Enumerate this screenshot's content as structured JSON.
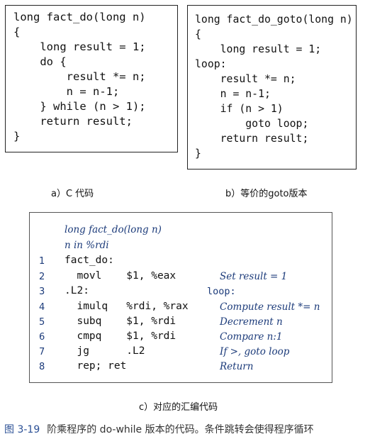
{
  "panel_a": {
    "lines": [
      "long fact_do(long n)",
      "{",
      "    long result = 1;",
      "    do {",
      "        result *= n;",
      "        n = n-1;",
      "    } while (n > 1);",
      "    return result;",
      "}"
    ],
    "caption": "a）C 代码"
  },
  "panel_b": {
    "lines": [
      "long fact_do_goto(long n)",
      "{",
      "    long result = 1;",
      "loop:",
      "    result *= n;",
      "    n = n-1;",
      "    if (n > 1)",
      "        goto loop;",
      "    return result;",
      "}"
    ],
    "caption": "b）等价的goto版本"
  },
  "panel_c": {
    "header1": "long fact_do(long n)",
    "header2": "n in %rdi",
    "rows": [
      {
        "num": "1",
        "code": "fact_do:",
        "comment": ""
      },
      {
        "num": "2",
        "code": "  movl    $1, %eax",
        "comment": "Set result = 1"
      },
      {
        "num": "3",
        "code": ".L2:",
        "comment": "loop:"
      },
      {
        "num": "4",
        "code": "  imulq   %rdi, %rax",
        "comment": "Compute result *= n"
      },
      {
        "num": "5",
        "code": "  subq    $1, %rdi",
        "comment": "Decrement n"
      },
      {
        "num": "6",
        "code": "  cmpq    $1, %rdi",
        "comment": "Compare n:1"
      },
      {
        "num": "7",
        "code": "  jg      .L2",
        "comment": "If >, goto loop"
      },
      {
        "num": "8",
        "code": "  rep; ret",
        "comment": "Return"
      }
    ],
    "caption": "c）对应的汇编代码"
  },
  "figure": {
    "label": "图 3-19",
    "text": "阶乘程序的 do-while 版本的代码。条件跳转会使得程序循环"
  }
}
